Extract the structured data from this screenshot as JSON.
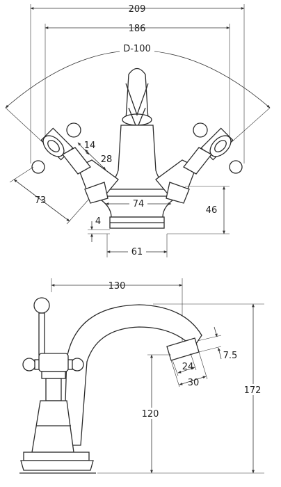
{
  "top_view": {
    "dim_209": "209",
    "dim_186": "186",
    "dim_d100": "D-100",
    "dim_14": "14",
    "dim_28": "28",
    "dim_73": "73",
    "dim_74": "74",
    "dim_46": "46",
    "dim_4": "4",
    "dim_61": "61"
  },
  "side_view": {
    "dim_130": "130",
    "dim_7_5": "7.5",
    "dim_24": "24",
    "dim_30": "30",
    "dim_120": "120",
    "dim_172": "172"
  },
  "colors": {
    "line": "#2a2a2a",
    "background": "#ffffff"
  }
}
